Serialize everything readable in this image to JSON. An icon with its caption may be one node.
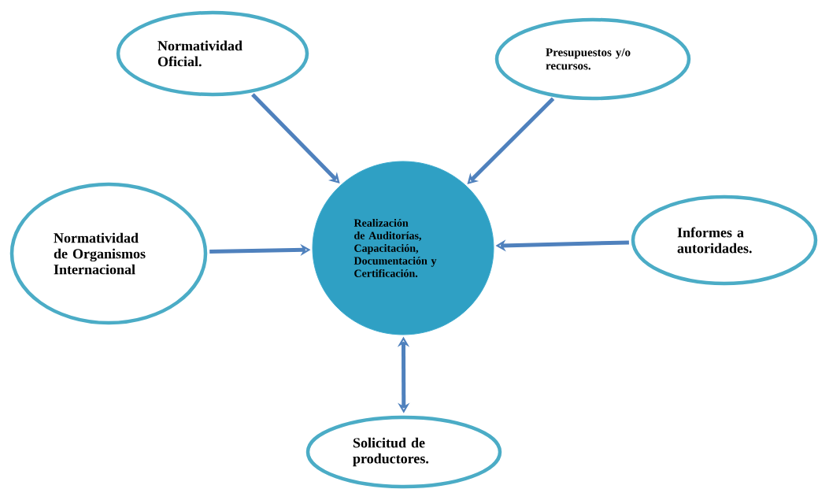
{
  "diagram": {
    "nodes": [
      {
        "text": [
          "Normatividad Oficial."
        ]
      },
      {
        "text": [
          "Presupuestos y/o recursos."
        ]
      },
      {
        "text": [
          "Normatividad de Organismos Internacional"
        ]
      },
      {
        "text": [
          "Realización de Auditorías, Capacitación, Documentación y Certificación."
        ]
      },
      {
        "text": [
          "Informes a autoridades."
        ]
      },
      {
        "text": [
          "Solicitud de productores."
        ]
      }
    ],
    "edges": [
      {
        "from": 0,
        "to": 3,
        "arrow": "to"
      },
      {
        "from": 1,
        "to": 3,
        "arrow": "to"
      },
      {
        "from": 2,
        "to": 3,
        "arrow": "to"
      },
      {
        "from": 4,
        "to": 3,
        "arrow": "to"
      },
      {
        "from": 5,
        "to": 3,
        "arrow": "both"
      }
    ]
  }
}
